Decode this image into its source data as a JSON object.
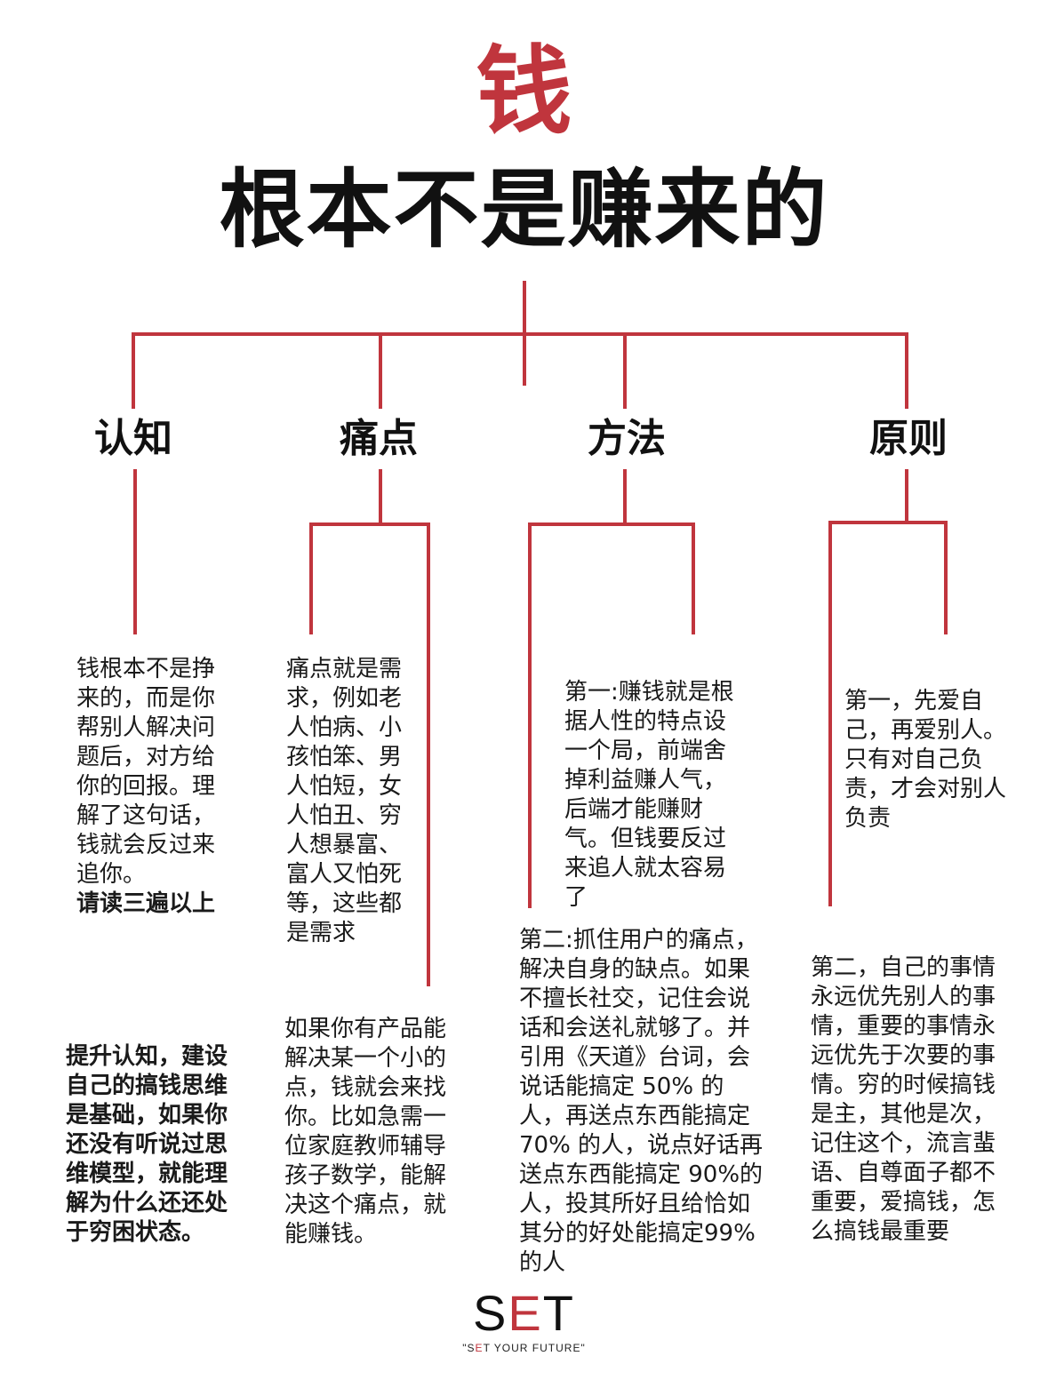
{
  "title": {
    "main": "钱",
    "sub": "根本不是赚来的"
  },
  "colors": {
    "accent": "#c0353d",
    "text": "#111111"
  },
  "branches": [
    {
      "heading": "认知",
      "blocks": [
        {
          "text": "钱根本不是挣来的，而是你帮别人解决问题后，对方给你的回报。理解了这句话，钱就会反过来追你。",
          "emphasis": "请读三遍以上"
        },
        {
          "text": "提升认知，建设自己的搞钱思维是基础，如果你还没有听说过思维模型，就能理解为什么还还处于穷困状态。"
        }
      ]
    },
    {
      "heading": "痛点",
      "blocks": [
        {
          "text": "痛点就是需求，例如老人怕病、小孩怕笨、男人怕短，女人怕丑、穷人想暴富、富人又怕死等，这些都是需求"
        },
        {
          "text": "如果你有产品能解决某一个小的点，钱就会来找你。比如急需一位家庭教师辅导孩子数学，能解决这个痛点，就能赚钱。"
        }
      ]
    },
    {
      "heading": "方法",
      "blocks": [
        {
          "text": "第一:赚钱就是根据人性的特点设一个局，前端舍掉利益赚人气，后端才能赚财气。但钱要反过来追人就太容易了"
        },
        {
          "text": "第二:抓住用户的痛点，解决自身的缺点。如果不擅长社交，记住会说话和会送礼就够了。并引用《天道》台词，会说话能搞定 50% 的人，再送点东西能搞定 70% 的人，说点好话再送点东西能搞定 90%的人，投其所好且给恰如其分的好处能搞定99%的人"
        }
      ]
    },
    {
      "heading": "原则",
      "blocks": [
        {
          "text": "第一，先爱自己，再爱别人。只有对自己负责，才会对别人负责"
        },
        {
          "text": "第二，自己的事情永远优先别人的事情，重要的事情永远优先于次要的事情。穷的时候搞钱是主，其他是次，记住这个，流言蜚语、自尊面子都不重要，爱搞钱，怎么搞钱最重要"
        }
      ]
    }
  ],
  "brand": {
    "letters": [
      "S",
      "E",
      "T"
    ],
    "tagline_open": "\"S",
    "tagline_accent": "E",
    "tagline_rest": "T YOUR FUTURE\""
  }
}
